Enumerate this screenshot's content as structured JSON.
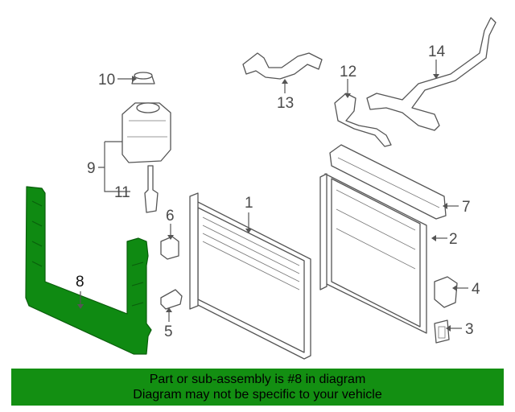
{
  "diagram": {
    "highlight_color": "#0f8a12",
    "callouts": [
      {
        "id": "1",
        "label": "1"
      },
      {
        "id": "2",
        "label": "2"
      },
      {
        "id": "3",
        "label": "3"
      },
      {
        "id": "4",
        "label": "4"
      },
      {
        "id": "5",
        "label": "5"
      },
      {
        "id": "6",
        "label": "6"
      },
      {
        "id": "7",
        "label": "7"
      },
      {
        "id": "8",
        "label": "8",
        "highlighted": true
      },
      {
        "id": "9",
        "label": "9"
      },
      {
        "id": "10",
        "label": "10"
      },
      {
        "id": "11",
        "label": "11"
      },
      {
        "id": "12",
        "label": "12"
      },
      {
        "id": "13",
        "label": "13"
      },
      {
        "id": "14",
        "label": "14"
      }
    ]
  },
  "banner": {
    "line1": "Part or sub-assembly is #8 in diagram",
    "line2": "Diagram may not be specific to your vehicle",
    "background": "#138f12"
  }
}
